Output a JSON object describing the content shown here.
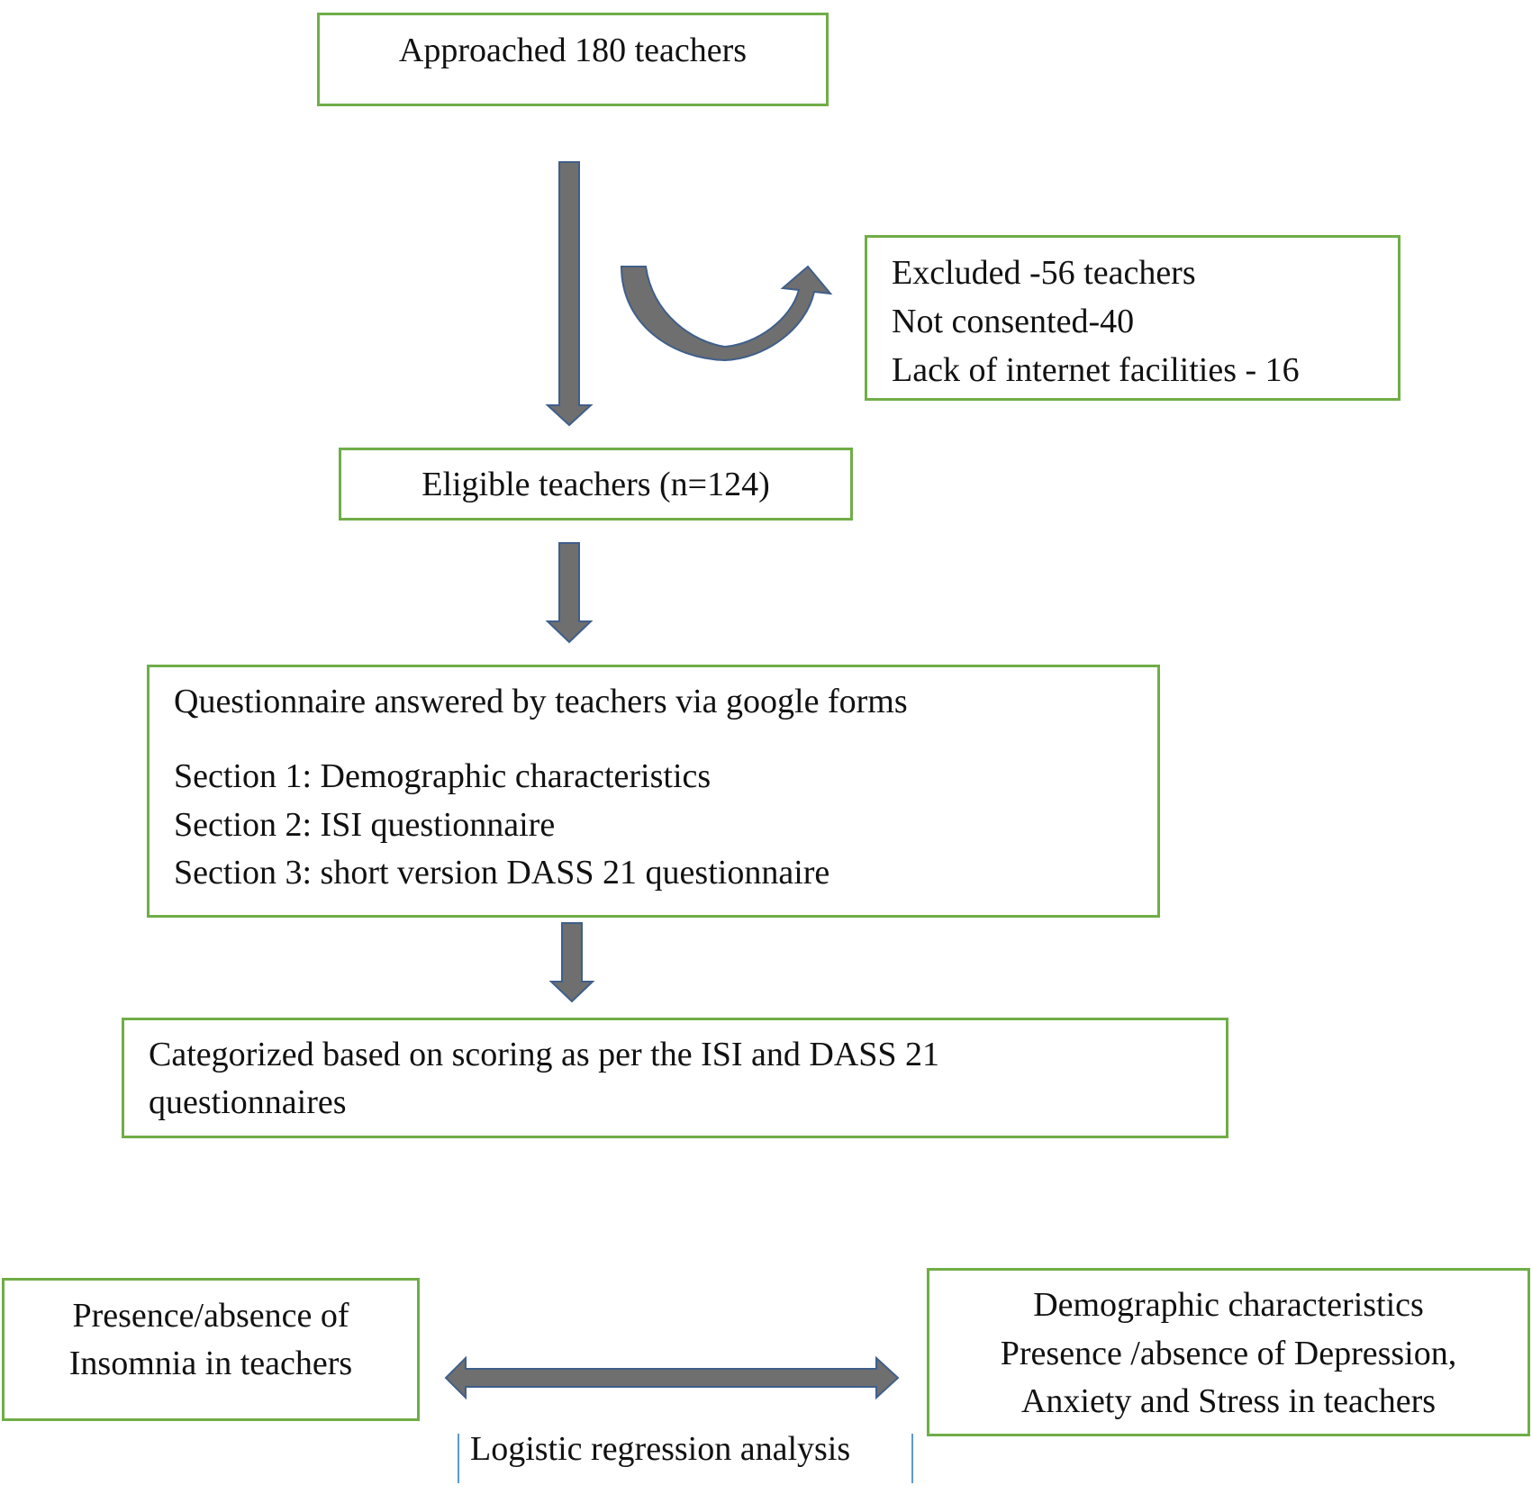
{
  "boxes": {
    "approached": "Approached 180 teachers",
    "excluded": [
      "Excluded -56 teachers",
      "Not consented-40",
      "Lack of internet facilities - 16"
    ],
    "eligible": "Eligible teachers (n=124)",
    "questionnaire": {
      "title": "Questionnaire answered by teachers via google forms",
      "sections": [
        "Section 1: Demographic characteristics",
        "Section 2: ISI questionnaire",
        "Section 3: short version DASS 21 questionnaire"
      ]
    },
    "categorized": [
      "Categorized based on scoring as per the ISI and DASS 21",
      "questionnaires"
    ],
    "insomnia": [
      "Presence/absence of",
      "Insomnia in teachers"
    ],
    "factors": [
      "Demographic characteristics",
      "Presence /absence of Depression,",
      "Anxiety and Stress in teachers"
    ]
  },
  "analysis_label": "Logistic regression analysis",
  "colors": {
    "box_border": "#70ad47",
    "arrow_fill": "#6f6f6f",
    "arrow_stroke": "#3f5f8a",
    "rule": "#5b9bd5"
  }
}
